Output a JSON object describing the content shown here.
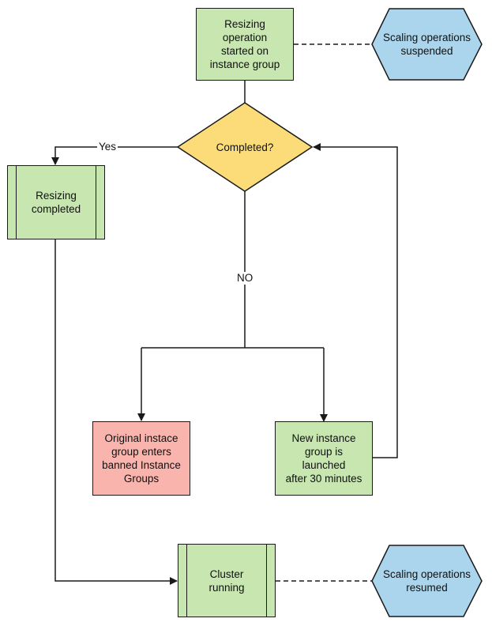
{
  "nodes": {
    "start": "Resizing operation\nstarted on\ninstance group",
    "suspended": "Scaling operations\nsuspended",
    "decision": "Completed?",
    "resizing_completed": "Resizing\ncompleted",
    "original_group": "Original instace\ngroup enters\nbanned Instance\nGroups",
    "new_group": "New instance\ngroup is launched\nafter 30 minutes",
    "cluster_running": "Cluster\nrunning",
    "resumed": "Scaling operations\nresumed"
  },
  "edge_labels": {
    "yes": "Yes",
    "no": "NO"
  },
  "colors": {
    "process_green": "#c7e6b0",
    "decision_yellow": "#fcdc78",
    "hexagon_blue": "#abd5ed",
    "banned_red": "#f9b4ad",
    "line": "#1a1a1a"
  }
}
